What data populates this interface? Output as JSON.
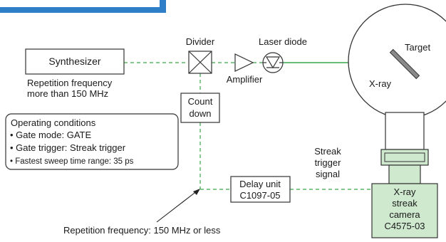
{
  "colors": {
    "accent_bar": "#2f7fc8",
    "signal_line": "#3aa84a",
    "camera_fill": "#cfe9cf",
    "stroke": "#333333",
    "background": "#ffffff"
  },
  "labels": {
    "synthesizer": "Synthesizer",
    "rep_freq_line1": "Repetition frequency",
    "rep_freq_line2": "more than 150 MHz",
    "divider": "Divider",
    "amplifier": "Amplifier",
    "laser_diode": "Laser diode",
    "target": "Target",
    "xray": "X-ray",
    "countdown_line1": "Count",
    "countdown_line2": "down",
    "delay_unit_line1": "Delay unit",
    "delay_unit_line2": "C1097-05",
    "streak_trigger_line1": "Streak",
    "streak_trigger_line2": "trigger",
    "streak_trigger_line3": "signal",
    "camera_line1": "X-ray",
    "camera_line2": "streak",
    "camera_line3": "camera",
    "camera_line4": "C4575-03",
    "bottom_annotation": "Repetition frequency: 150 MHz or less"
  },
  "operating_conditions": {
    "title": "Operating conditions",
    "items": [
      "• Gate mode: GATE",
      "• Gate trigger: Streak trigger",
      "• Fastest sweep time range: 35 ps"
    ]
  },
  "icons": {
    "divider": "crossed-box-icon",
    "amplifier": "triangle-amplifier-icon",
    "laser_diode": "diode-in-circle-icon"
  }
}
